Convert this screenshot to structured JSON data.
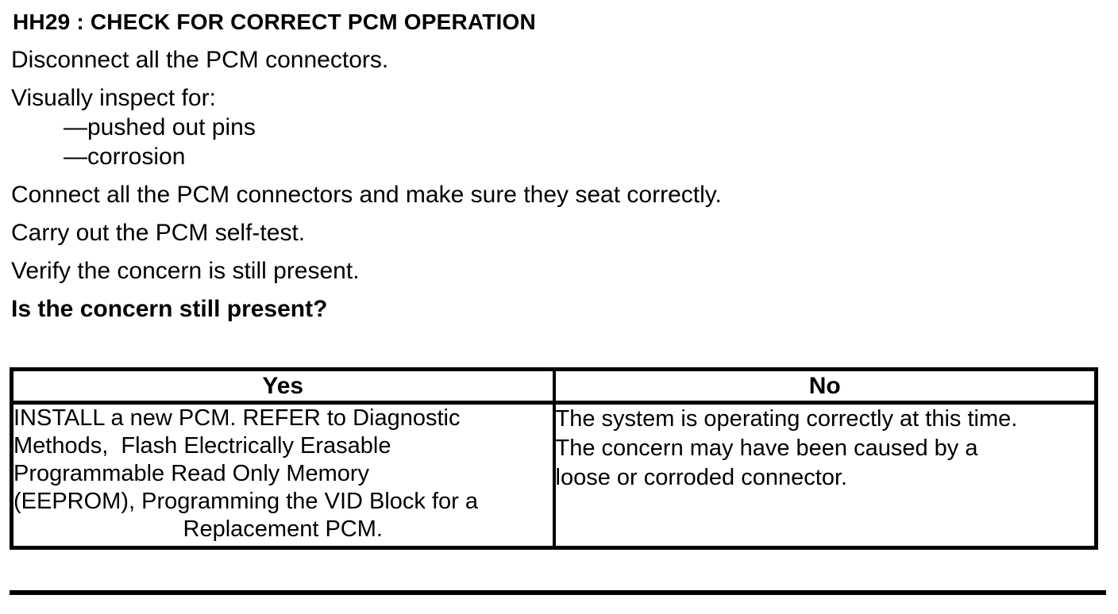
{
  "document": {
    "title": "HH29 : CHECK FOR CORRECT PCM OPERATION",
    "steps": [
      "Disconnect all the PCM connectors.",
      "Visually inspect for:",
      "Connect all the PCM connectors and make sure they seat correctly.",
      "Carry out the PCM self-test.",
      "Verify the concern is still present."
    ],
    "inspect_items": [
      "—pushed out pins",
      "—corrosion"
    ],
    "question": "Is the concern still present?"
  },
  "decision_table": {
    "headers": {
      "yes": "Yes",
      "no": "No"
    },
    "yes_lines": [
      "INSTALL a new PCM. REFER to Diagnostic",
      "Methods,  Flash Electrically Erasable",
      "Programmable Read Only Memory",
      "(EEPROM), Programming the VID Block for a",
      "Replacement PCM."
    ],
    "no_lines": [
      "The system is operating correctly at this time.",
      "The concern may have been caused by a",
      "loose or corroded connector."
    ]
  },
  "colors": {
    "text": "#000000",
    "background": "#ffffff",
    "border": "#000000"
  }
}
